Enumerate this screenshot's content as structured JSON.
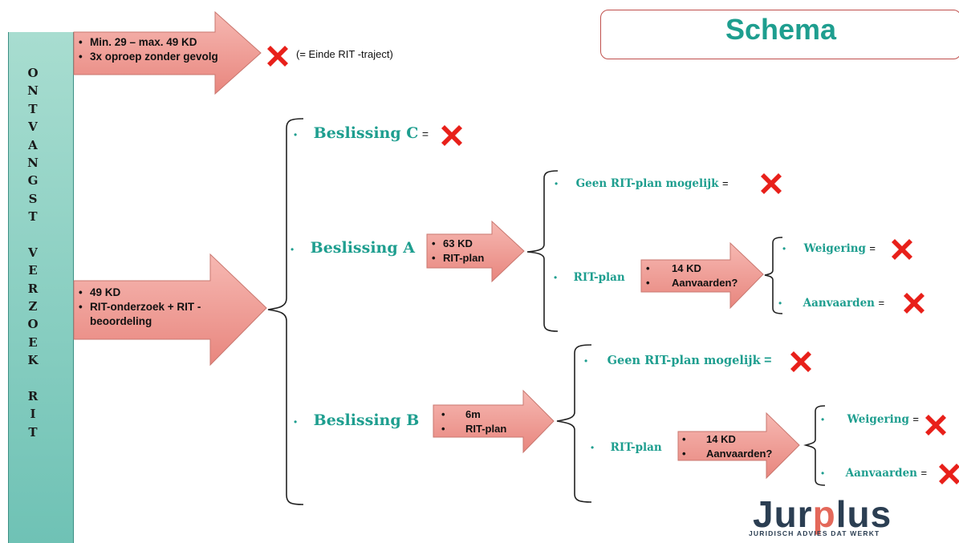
{
  "header": {
    "title": "Schema"
  },
  "sidebar": {
    "vertical_text": "ONTVANGST VERZOEK RIT"
  },
  "arrows": {
    "top": {
      "line1": "Min. 29 – max. 49 KD",
      "line2": "3x oproep zonder gevolg",
      "note": "(= Einde RIT -traject)"
    },
    "main": {
      "line1": "49 KD",
      "line2": "RIT-onderzoek + RIT -",
      "line3": "beoordeling"
    },
    "a": {
      "line1": "63 KD",
      "line2": "RIT-plan"
    },
    "a_plan": {
      "line1": "14 KD",
      "line2": "Aanvaarden?"
    },
    "b": {
      "line1": "6m",
      "line2": "RIT-plan"
    },
    "b_plan": {
      "line1": "14 KD",
      "line2": "Aanvaarden?"
    }
  },
  "decisions": {
    "c": {
      "label": "Beslissing C",
      "eq": "="
    },
    "a": {
      "label": "Beslissing A"
    },
    "b": {
      "label": "Beslissing B"
    }
  },
  "outcomes": {
    "a_geen": {
      "label": "Geen RIT-plan mogelijk",
      "eq": "="
    },
    "a_ritplan": {
      "label": "RIT-plan"
    },
    "a_weigering": {
      "label": "Weigering",
      "eq": "="
    },
    "a_aanvaarden": {
      "label": "Aanvaarden",
      "eq": "="
    },
    "b_geen": {
      "label": "Geen RIT-plan mogelijk",
      "eq": "="
    },
    "b_ritplan": {
      "label": "RIT-plan"
    },
    "b_weigering": {
      "label": "Weigering",
      "eq": "="
    },
    "b_aanvaarden": {
      "label": "Aanvaarden",
      "eq": "="
    }
  },
  "bullet": "•",
  "logo": {
    "part1": "Jur",
    "part2": "p",
    "part3": "lus",
    "tagline": "JURIDISCH ADVIES DAT WERKT"
  },
  "colors": {
    "teal": "#1e9e8f",
    "arrow_fill": "#f0a09a",
    "cross": "#e8201a",
    "logo_dark": "#2b3e52",
    "logo_accent": "#e4685a"
  },
  "icons": [
    "red-cross-icon"
  ]
}
